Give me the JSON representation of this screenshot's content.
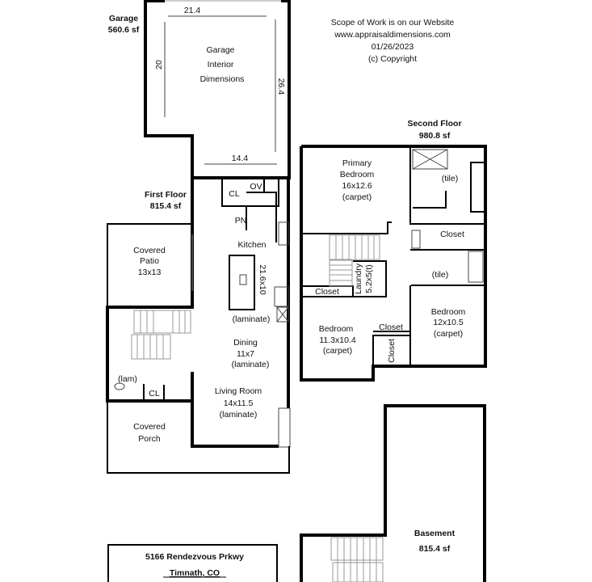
{
  "header": {
    "lines": [
      "Scope of Work is on our Website",
      "www.appraisaldimensions.com",
      "01/26/2023",
      "(c) Copyright"
    ]
  },
  "garage": {
    "title": "Garage",
    "area": "560.6 sf",
    "label": [
      "Garage",
      "Interior",
      "Dimensions"
    ],
    "dims": {
      "top": "21.4",
      "left": "20",
      "right": "26.4",
      "bottom": "14.4"
    }
  },
  "first_floor": {
    "title": "First Floor",
    "area": "815.4 sf",
    "rooms": {
      "cl1": "CL",
      "ov": "OV",
      "pn": "PN",
      "kitchen": "Kitchen",
      "kitchen_dim": "21.6x10",
      "kitchen_floor": "(laminate)",
      "patio": [
        "Covered",
        "Patio",
        "13x13"
      ],
      "dining": [
        "Dining",
        "11x7",
        "(laminate)"
      ],
      "bath_floor": "(lam)",
      "cl2": "CL",
      "living": [
        "Living Room",
        "14x11.5",
        "(laminate)"
      ],
      "porch": [
        "Covered",
        "Porch"
      ]
    }
  },
  "second_floor": {
    "title": "Second Floor",
    "area": "980.8 sf",
    "rooms": {
      "primary": [
        "Primary",
        "Bedroom",
        "16x12.6",
        "(carpet)"
      ],
      "bath1_floor": "(tile)",
      "closet1": "Closet",
      "bath2_floor": "(tile)",
      "laundry": [
        "Laundry",
        "5.2x5(t)"
      ],
      "closet2": "Closet",
      "closet3": "Closet",
      "closet4": "Closet",
      "bedroom2": [
        "Bedroom",
        "11.3x10.4",
        "(carpet)"
      ],
      "bedroom3": [
        "Bedroom",
        "12x10.5",
        "(carpet)"
      ]
    }
  },
  "basement": {
    "title": "Basement",
    "area": "815.4 sf"
  },
  "address": {
    "street": "5166 Rendezvous Prkwy",
    "city": "Timnath, CO"
  }
}
